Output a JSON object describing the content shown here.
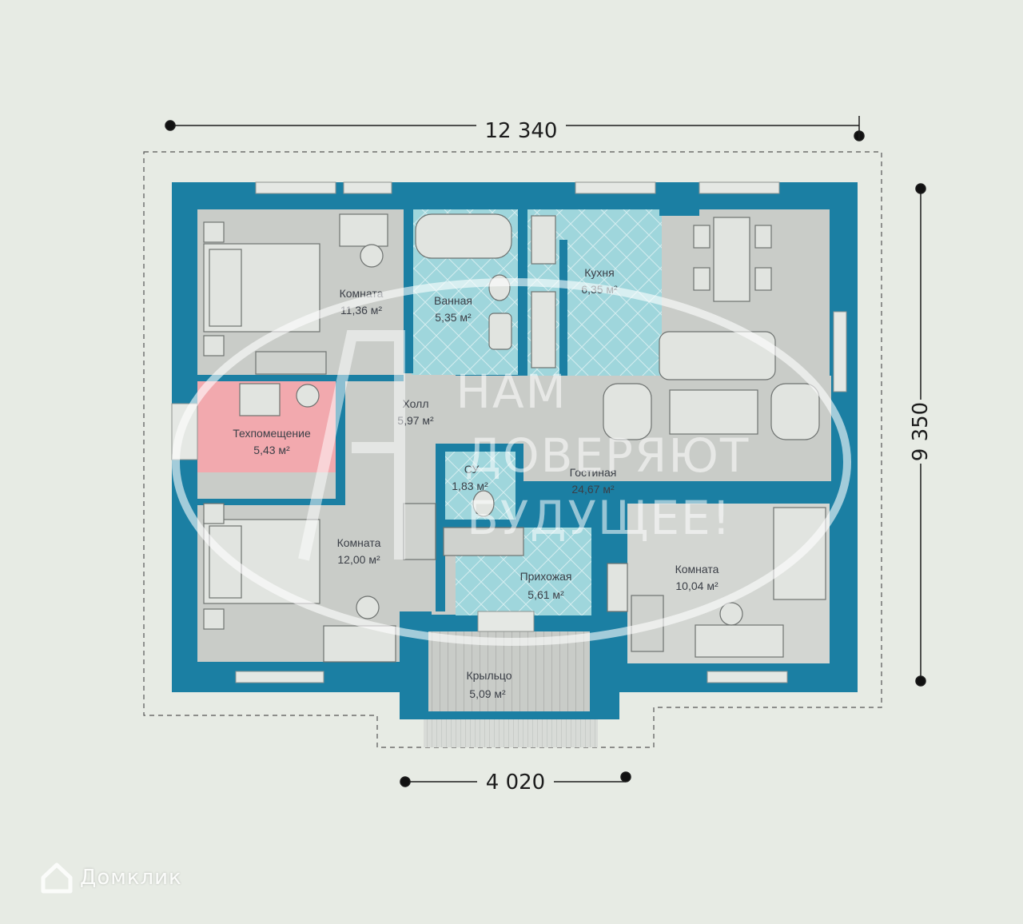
{
  "dimensions": {
    "overall_width": "12 340",
    "overall_depth": "9 350",
    "porch_width": "4 020"
  },
  "rooms": [
    {
      "id": "room-1",
      "name": "Комната",
      "area": "11,36 м²"
    },
    {
      "id": "bathroom",
      "name": "Ванная",
      "area": "5,35 м²"
    },
    {
      "id": "kitchen",
      "name": "Кухня",
      "area": "6,35 м²"
    },
    {
      "id": "hall",
      "name": "Холл",
      "area": "5,97 м²"
    },
    {
      "id": "utility",
      "name": "Техпомещение",
      "area": "5,43 м²"
    },
    {
      "id": "wc",
      "name": "СУ",
      "area": "1,83 м²"
    },
    {
      "id": "living",
      "name": "Гостиная",
      "area": "24,67 м²"
    },
    {
      "id": "room-2",
      "name": "Комната",
      "area": "12,00 м²"
    },
    {
      "id": "entry",
      "name": "Прихожая",
      "area": "5,61 м²"
    },
    {
      "id": "room-3",
      "name": "Комната",
      "area": "10,04 м²"
    },
    {
      "id": "porch",
      "name": "Крыльцо",
      "area": "5,09 м²"
    }
  ],
  "watermark": {
    "lines": [
      "НАМ",
      "ДОВЕРЯЮТ",
      "БУДУЩЕЕ!"
    ]
  },
  "badge": {
    "label": "Домклик",
    "icon": "house-icon"
  },
  "colors": {
    "wall": "#1b7fa3",
    "wet_rooms": "#9fd6dc",
    "utility": "#f2a9ae",
    "floor": "#c9ccc8",
    "background": "#e7ebe4"
  }
}
